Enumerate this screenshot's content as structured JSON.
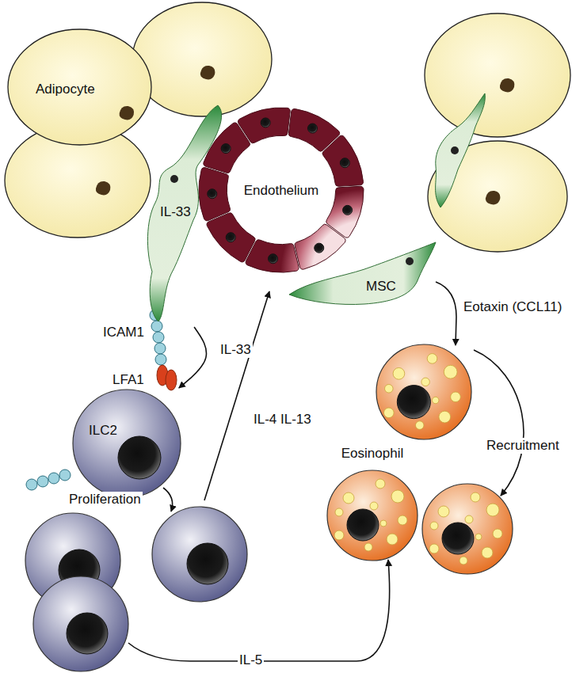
{
  "diagram": {
    "nodes": [
      {
        "text": [
          "Adipocyte"
        ]
      },
      {
        "text": [
          "Endothelium"
        ]
      },
      {
        "text": [
          "IL-33"
        ]
      },
      {
        "text": [
          "MSC"
        ]
      },
      {
        "text": [
          "ILC2"
        ]
      },
      {
        "text": [
          "Eosinophil"
        ]
      }
    ],
    "edges": [
      {
        "from": 2,
        "to": 4,
        "label": "IL-33",
        "arrow": "to"
      }
    ],
    "labels": [
      "ICAM1",
      "LFA1",
      "Proliferation",
      "IL-4 IL-13",
      "IL-5",
      "Eotaxin (CCL11)",
      "Recruitment"
    ]
  }
}
